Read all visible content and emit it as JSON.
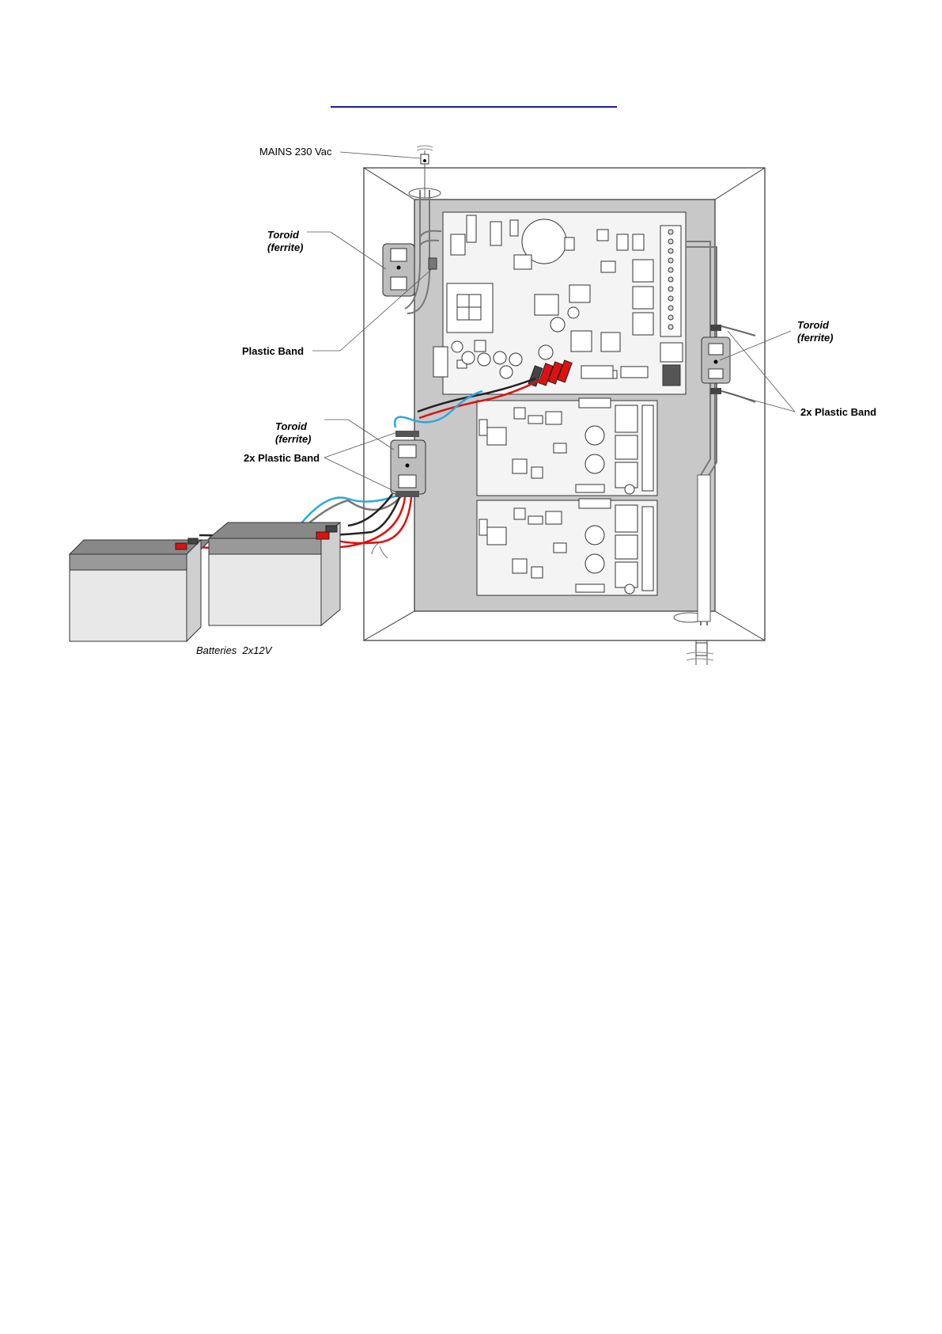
{
  "labels": {
    "mains": "MAINS 230 Vac",
    "toroid_top": "Toroid",
    "ferrite_top": "(ferrite)",
    "plastic_band": "Plastic Band",
    "toroid_mid": "Toroid",
    "ferrite_mid": "(ferrite)",
    "plastic_band_2x_left": "2x Plastic Band",
    "toroid_right": "Toroid",
    "ferrite_right": "(ferrite)",
    "plastic_band_2x_right": "2x Plastic Band",
    "batteries": "Batteries  2x12V"
  },
  "colors": {
    "cabinet_back": "#c8c8c8",
    "board": "#f4f4f4",
    "wire_red": "#e01010",
    "wire_blue": "#2aa7e0",
    "wire_black": "#222222",
    "link": "#1a1ab0"
  }
}
